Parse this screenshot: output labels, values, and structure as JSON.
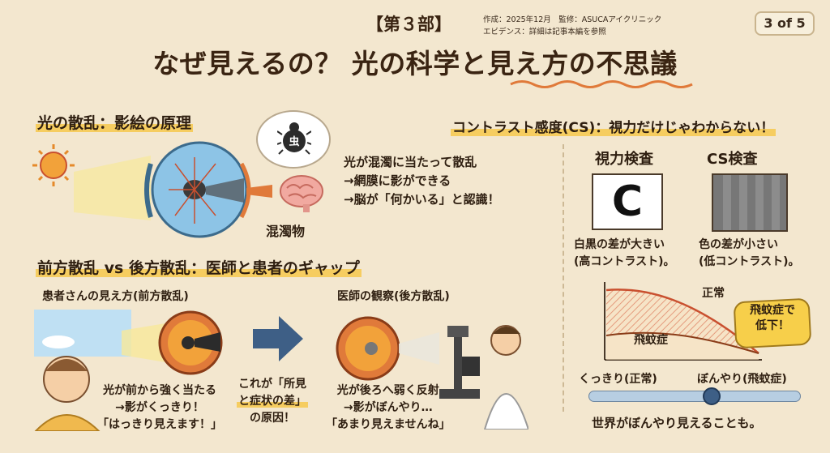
{
  "header": {
    "part": "【第３部】",
    "meta_line1": "作成：2025年12月　監修：ASUCAアイクリニック",
    "meta_line2": "エビデンス：詳細は記事本編を参照",
    "pager": "3 of 5",
    "title": "なぜ見えるの？ 光の科学と見え方の不思議"
  },
  "scatter_section": {
    "heading": "光の散乱：影絵の原理",
    "bubble_char": "虫",
    "floater_label": "混濁物",
    "explanation": [
      "光が混濁に当たって散乱",
      "→網膜に影ができる",
      "→脳が「何かいる」と認識！"
    ]
  },
  "forward_back_section": {
    "heading": "前方散乱 vs 後方散乱：医師と患者のギャップ",
    "patient_caption": "患者さんの見え方(前方散乱)",
    "doctor_caption": "医師の観察(後方散乱)",
    "patient_text": [
      "光が前から強く当たる",
      "→影がくっきり！",
      "「はっきり見えます！」"
    ],
    "gap_text": [
      "これが「所見",
      "と症状の差」",
      "の原因！"
    ],
    "doctor_text": [
      "光が後ろへ弱く反射",
      "→影がぼんやり…",
      "「あまり見えませんね」"
    ]
  },
  "cs_section": {
    "heading": "コントラスト感度(CS)：視力だけじゃわからない！",
    "acuity_label": "視力検査",
    "cs_label": "CS検査",
    "landolt_char": "C",
    "acuity_desc": [
      "白黒の差が大きい",
      "(高コントラスト)。"
    ],
    "cs_desc": [
      "色の差が小さい",
      "(低コントラスト)。"
    ],
    "normal_label": "正常",
    "floaters_label": "飛蚊症",
    "decline_burst": [
      "飛蚊症で",
      "低下！"
    ],
    "slider_left": "くっきり(正常)",
    "slider_right": "ぼんやり(飛蚊症)",
    "slider_level": 0.58,
    "footer": "世界がぼんやり見えることも。"
  },
  "colors": {
    "background": "#f3e7cf",
    "highlight": "#f6cd60",
    "text": "#2e1e10",
    "accent_red": "#c9502f",
    "slider": "#3e5f86"
  }
}
